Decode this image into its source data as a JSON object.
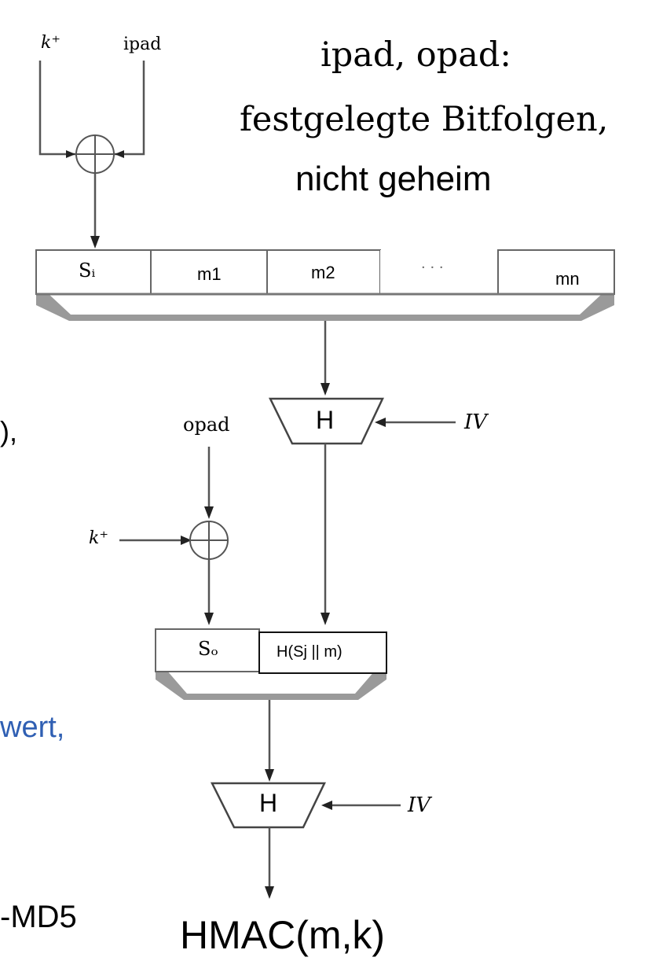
{
  "notes": {
    "line1": "ipad, opad:",
    "line2": "festgelegte Bitfolgen,",
    "line3": "nicht geheim"
  },
  "inputs": {
    "k_plus_top": "k⁺",
    "ipad": "ipad",
    "opad": "opad",
    "k_plus_mid": "k⁺",
    "iv_top": "IV",
    "iv_bottom": "IV"
  },
  "inner_block": {
    "s_i": "Sᵢ",
    "m1": "m1",
    "m2": "m2",
    "dots": "· · ·",
    "mn": "mn"
  },
  "outer_block": {
    "s_o": "Sₒ",
    "inner_hash": "H(Sj || m)"
  },
  "hash_labels": {
    "h_inner": "H",
    "h_outer": "H"
  },
  "output": "HMAC(m,k)",
  "cropped_fragments": {
    "left_paren": "),",
    "left_wert": "wert,",
    "left_md5": "-MD5"
  },
  "colors": {
    "accent_blue": "#2f5fb3",
    "line": "#555555"
  }
}
